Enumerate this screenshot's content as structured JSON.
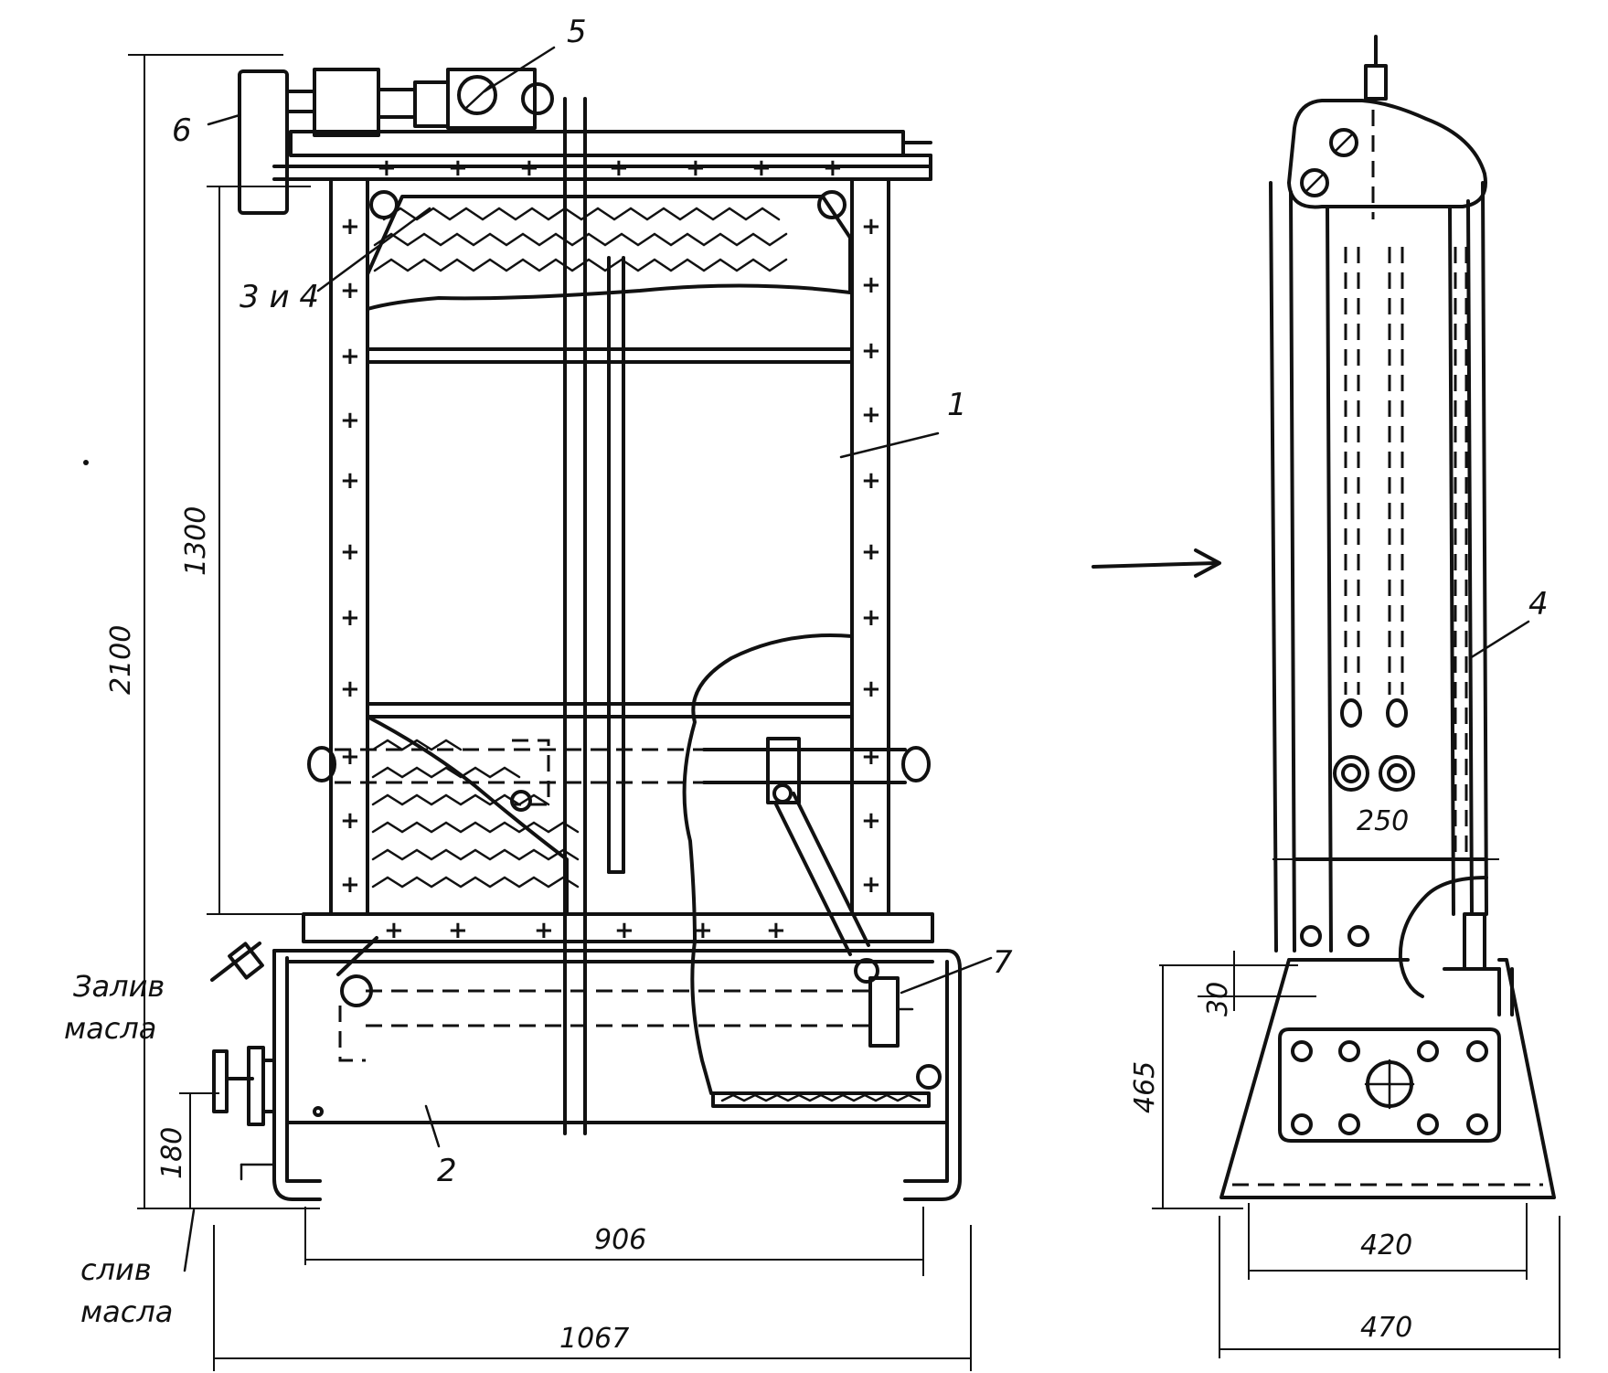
{
  "part_labels": {
    "p1": "1",
    "p2": "2",
    "p3_4": "3 и 4",
    "p4": "4",
    "p5": "5",
    "p6": "6",
    "p7": "7"
  },
  "annotations": {
    "oil_fill_line1": "Залив",
    "oil_fill_line2": "масла",
    "oil_drain_line1": "слив",
    "oil_drain_line2": "масла"
  },
  "dimensions": {
    "overall_height": "2100",
    "core_height": "1300",
    "drain_height": "180",
    "inner_width": "906",
    "outer_width": "1067",
    "bolt_spacing": "250",
    "base_height": "465",
    "flange_height": "30",
    "base_top_width": "420",
    "base_bottom_width": "470"
  }
}
